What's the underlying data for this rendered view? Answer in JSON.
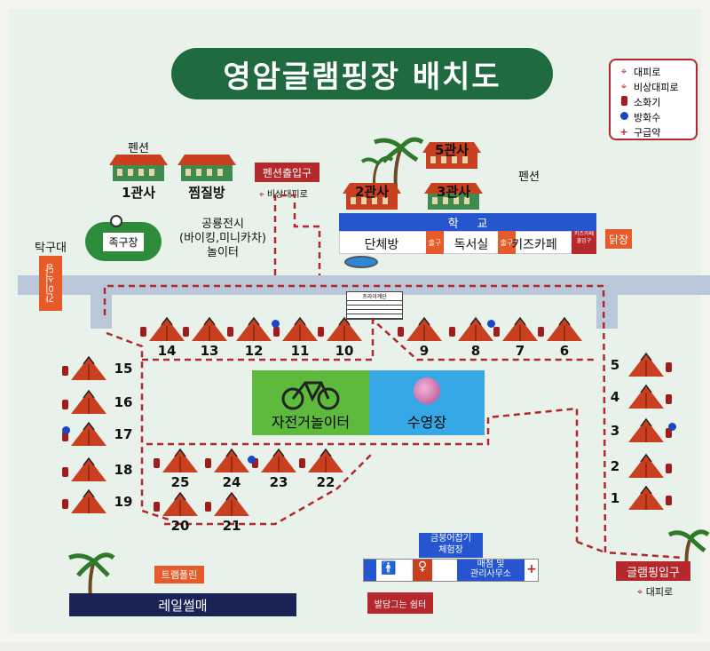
{
  "title": "영암글램핑장 배치도",
  "legend": [
    {
      "symbol": "map-pin-icon",
      "label": "대피로"
    },
    {
      "symbol": "map-pin-icon",
      "label": "비상대피로"
    },
    {
      "symbol": "fire-extinguisher-icon",
      "label": "소화기"
    },
    {
      "symbol": "water-dot-icon",
      "label": "방화수"
    },
    {
      "symbol": "first-aid-cross-icon",
      "label": "구급약"
    }
  ],
  "pension_left_label": "펜션",
  "pension_right_label": "펜션",
  "buildings": {
    "b1": "1관사",
    "jjim": "찜질방",
    "b2": "2관사",
    "b3": "3관사",
    "b5": "5관사"
  },
  "pension_entrance": "펜션출입구",
  "emergency_route_left": "비상대피로",
  "foot_volley": "족구장",
  "public_display": "공룡전시\n(바이킹,미니카차)\n놀이터",
  "table_tennis": "탁구대",
  "snack": "간이식당",
  "school": {
    "title": "학     교",
    "rooms": [
      "단체방",
      "독서실",
      "키즈카페"
    ],
    "exit_small_1": "출구",
    "exit_small_2": "출구",
    "kids_exit": "키즈카페 출입구"
  },
  "chicken": "닭장",
  "stairs": "프라이계단",
  "tents_top": [
    "14",
    "13",
    "12",
    "11",
    "10",
    "9",
    "8",
    "7",
    "6"
  ],
  "tents_left": [
    "15",
    "16",
    "17",
    "18",
    "19"
  ],
  "tents_right": [
    "5",
    "4",
    "3",
    "2",
    "1"
  ],
  "tents_inner_top": [
    "25",
    "24",
    "23",
    "22"
  ],
  "tents_inner_bottom": [
    "20",
    "21"
  ],
  "bike": "자전거놀이터",
  "pool": "수영장",
  "trampoline": "트램폴린",
  "rail_sled": "레일썰매",
  "fishing": "금붕어잡기\n체험장",
  "facility_labels": {
    "shower": "남",
    "female": "여",
    "store": "매점 및\n관리사무소"
  },
  "rest": "발담그는 쉼터",
  "glamping_entrance": "글램핑입구",
  "exit_route_right": "대피로",
  "colors": {
    "title_bg": "#1f6b3f",
    "tent": "#c8401f",
    "route": "#b3262b",
    "road": "#b9c7d8"
  }
}
